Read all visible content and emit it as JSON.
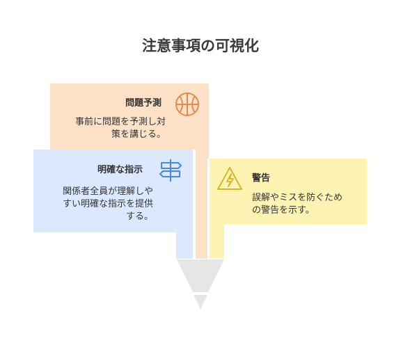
{
  "title": "注意事項の可視化",
  "cards": {
    "predict": {
      "heading": "問題予測",
      "desc_line1": "事前に問題を予測し対",
      "desc_line2": "策を講じる。",
      "color": "#fde2c8",
      "icon": "basketball-icon"
    },
    "clear": {
      "heading": "明確な指示",
      "desc_line1": "関係者全員が理解しや",
      "desc_line2": "すい明確な指示を提供",
      "desc_line3": "する。",
      "color": "#dbe8fd",
      "icon": "signpost-icon"
    },
    "warning": {
      "heading": "警告",
      "desc_line1": "誤解やミスを防ぐため",
      "desc_line2": "の警告を示す。",
      "color": "#fdf4b4",
      "icon": "lightning-warning-icon"
    }
  },
  "funnel_color": "#e6e6e6"
}
